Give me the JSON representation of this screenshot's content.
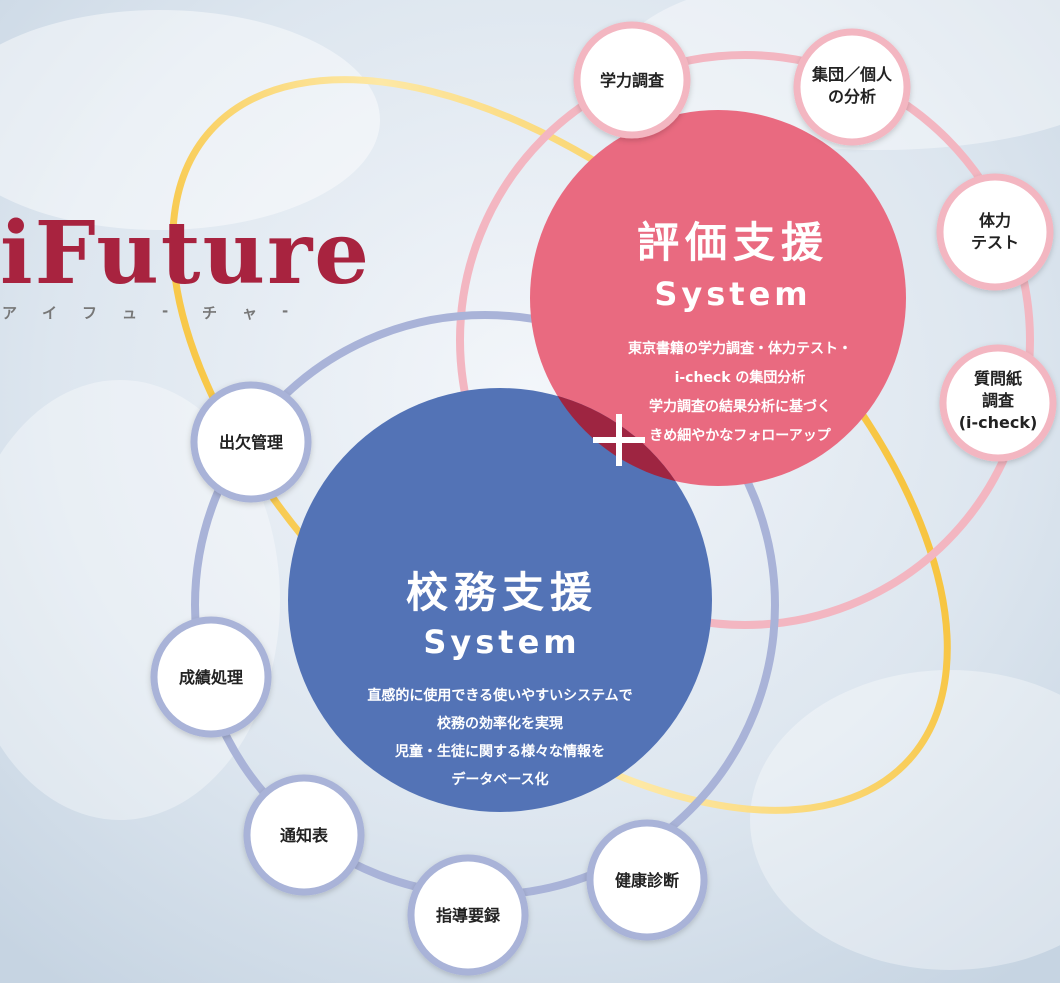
{
  "logo": {
    "title": "iFuture",
    "reading": [
      "ア",
      "イ",
      "フ",
      "ュ",
      "-",
      "チ",
      "ャ",
      "-"
    ]
  },
  "evaluation": {
    "title": "評価支援",
    "subtitle": "System",
    "lines": [
      "東京書籍の学力調査・体力テスト・",
      "i-check の集団分析",
      "学力調査の結果分析に基づく",
      "きめ細やかなフォローアップ"
    ],
    "nodes": [
      [
        "学力調査"
      ],
      [
        "集団／個人",
        "の分析"
      ],
      [
        "体力",
        "テスト"
      ],
      [
        "質問紙",
        "調査",
        "(i-check)"
      ]
    ]
  },
  "school": {
    "title": "校務支援",
    "subtitle": "System",
    "lines": [
      "直感的に使用できる使いやすいシステムで",
      "校務の効率化を実現",
      "児童・生徒に関する様々な情報を",
      "データベース化"
    ],
    "nodes": [
      [
        "出欠管理"
      ],
      [
        "成績処理"
      ],
      [
        "通知表"
      ],
      [
        "指導要録"
      ],
      [
        "健康診断"
      ]
    ]
  },
  "connector": "+",
  "colors": {
    "sky": "#dfe8f0",
    "pink": "#e96a80",
    "blue": "#5373b6",
    "overlap": "#9e2541",
    "pink_ring": "#f3b6c1",
    "blue_ring": "#a9b3d8",
    "gold": "#f5b81c",
    "logo": "#a8233f"
  }
}
